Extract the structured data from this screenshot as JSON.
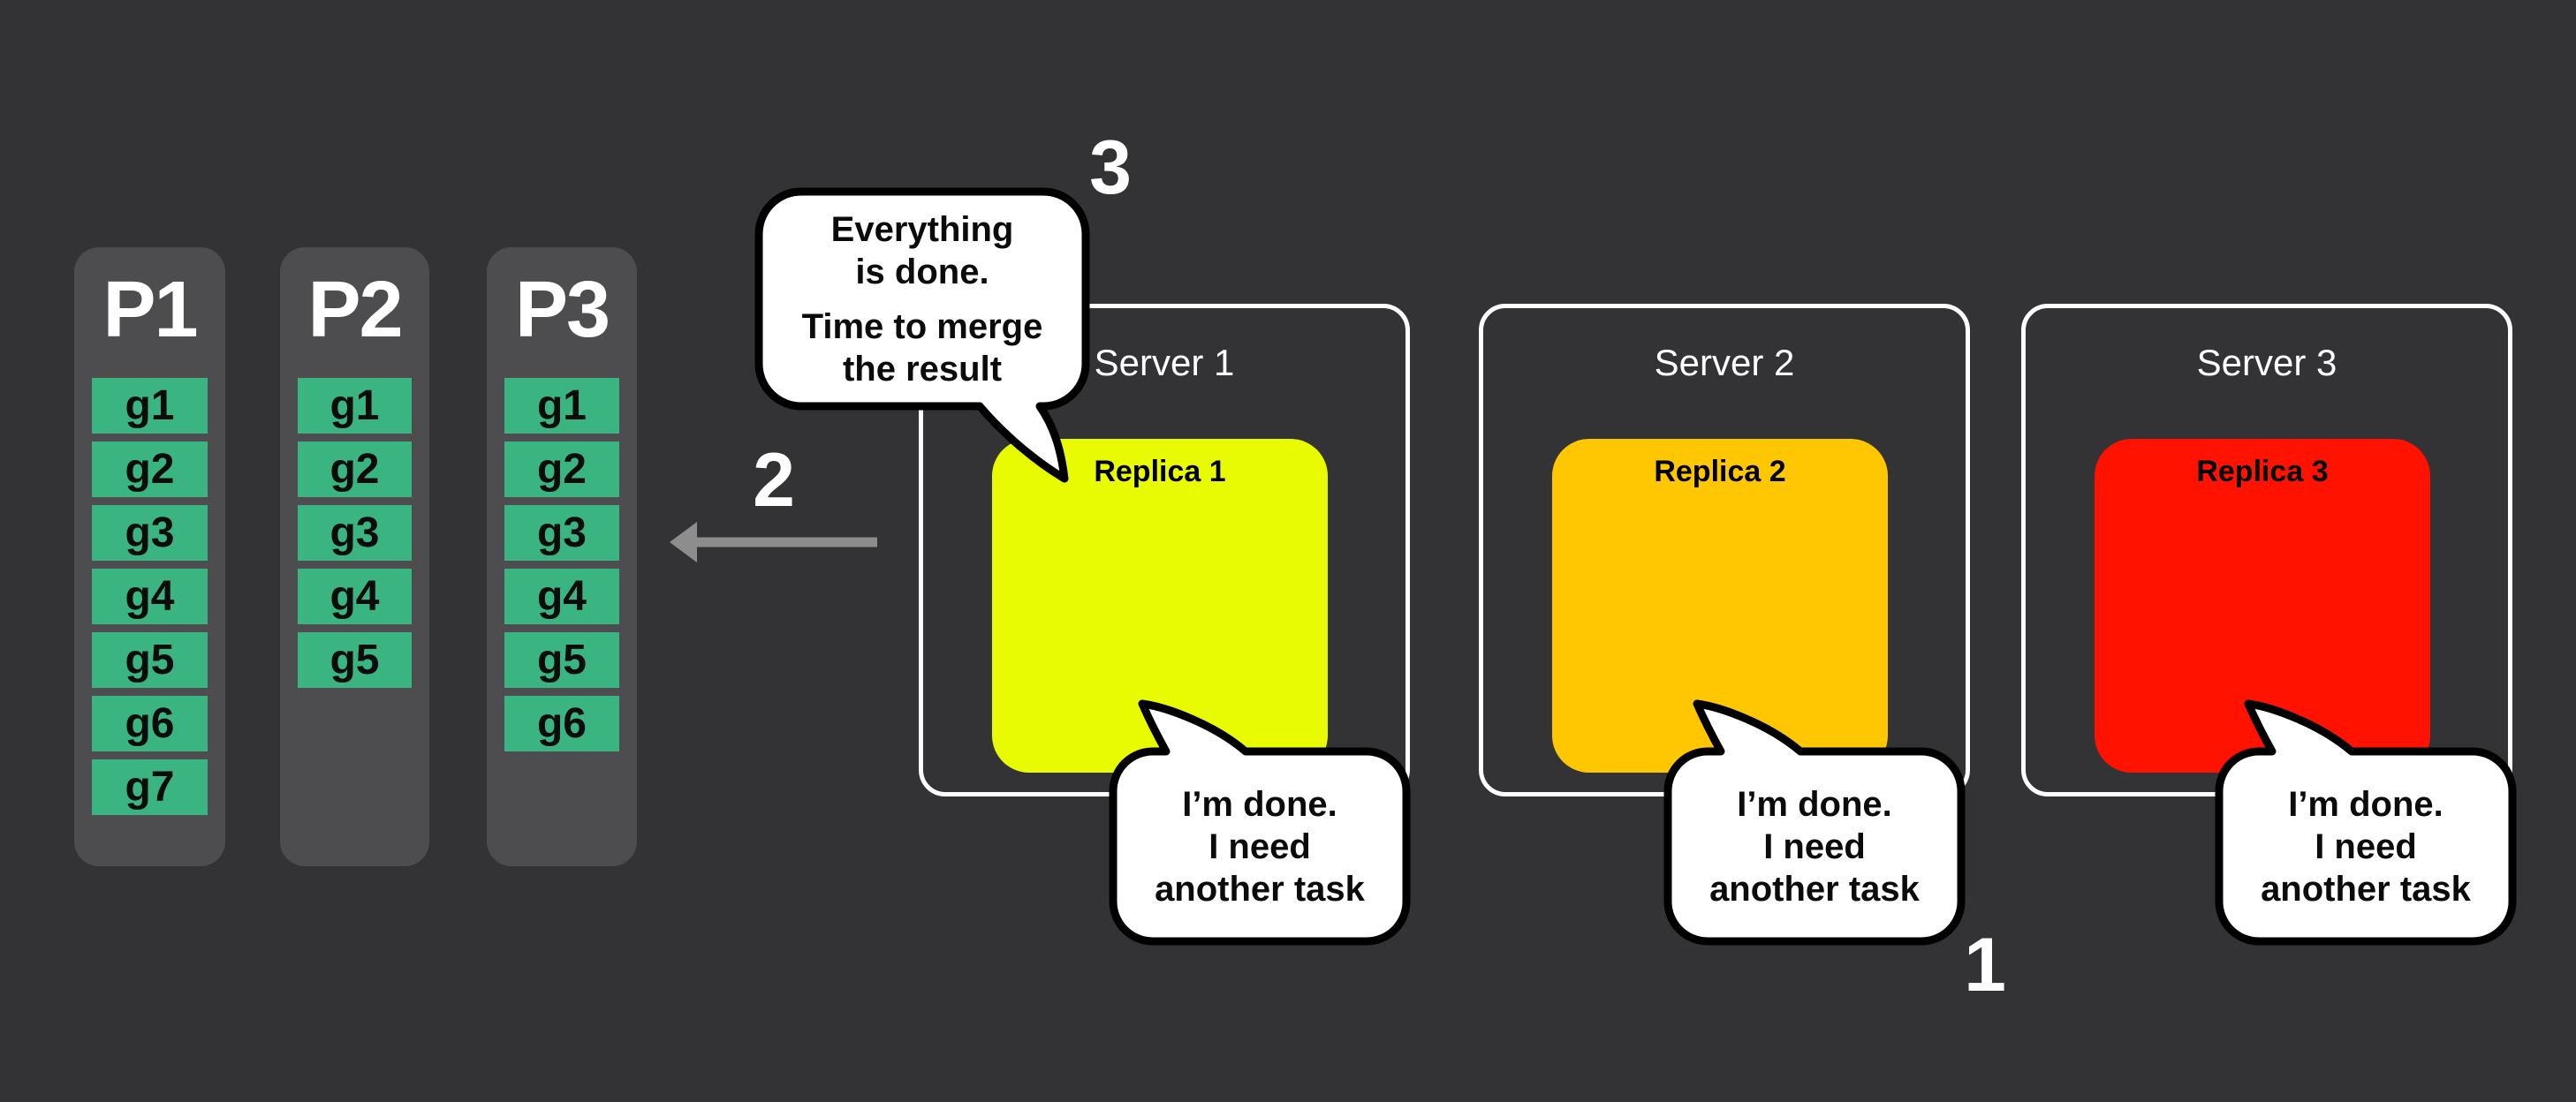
{
  "partitions": [
    {
      "name": "P1",
      "tasks": [
        "g1",
        "g2",
        "g3",
        "g4",
        "g5",
        "g6",
        "g7"
      ]
    },
    {
      "name": "P2",
      "tasks": [
        "g1",
        "g2",
        "g3",
        "g4",
        "g5"
      ]
    },
    {
      "name": "P3",
      "tasks": [
        "g1",
        "g2",
        "g3",
        "g4",
        "g5",
        "g6"
      ]
    }
  ],
  "servers": [
    {
      "name": "Server 1",
      "replica": {
        "label": "Replica 1",
        "color": "#e9fb00"
      },
      "bubble_lines": [
        "I’m done.",
        "I need",
        "another task"
      ]
    },
    {
      "name": "Server 2",
      "replica": {
        "label": "Replica 2",
        "color": "#fec701"
      },
      "bubble_lines": [
        "I’m done.",
        "I need",
        "another task"
      ]
    },
    {
      "name": "Server 3",
      "replica": {
        "label": "Replica 3",
        "color": "#ff1200"
      },
      "bubble_lines": [
        "I’m done.",
        "I need",
        "another task"
      ]
    }
  ],
  "merge_bubble": {
    "lines": [
      "Everything",
      "is done.",
      "Time to merge",
      "the result"
    ]
  },
  "step_labels": {
    "request_task": "1",
    "assign_task": "2",
    "merge": "3"
  },
  "colors": {
    "background": "#333336",
    "panel": "#4d4d4f",
    "task_chip": "#3ab581",
    "arrow": "#8d8d8d",
    "bubble_fill": "#ffffff",
    "bubble_border": "#000000"
  }
}
